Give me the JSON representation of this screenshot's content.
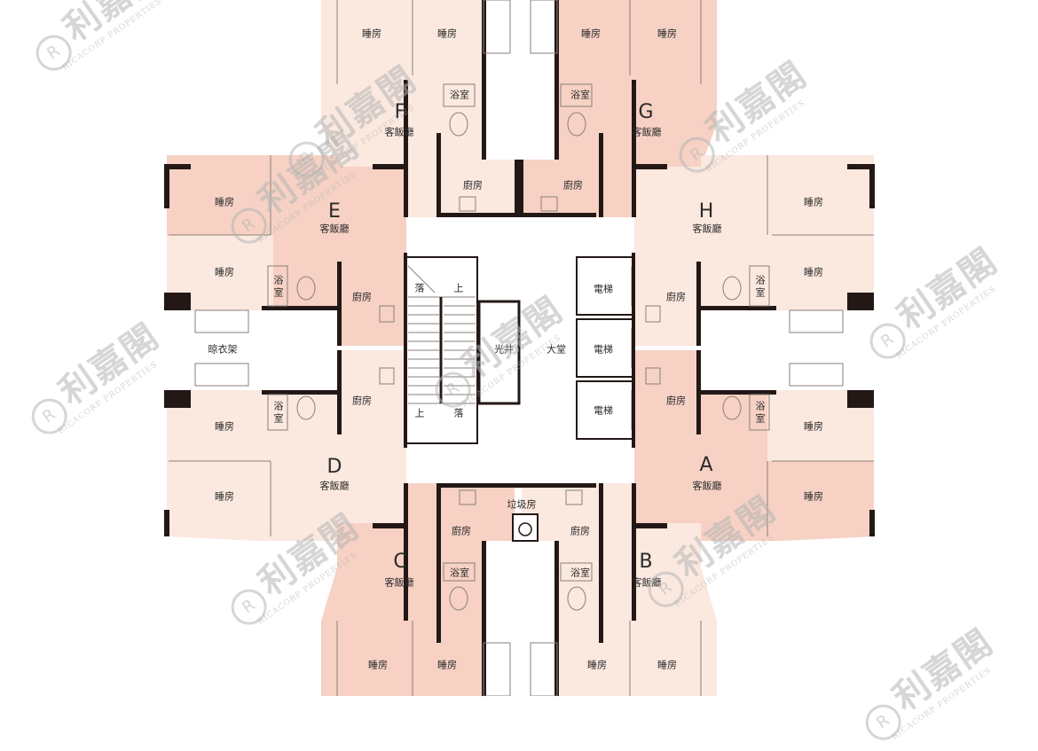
{
  "units": [
    {
      "id": "A",
      "letter": "A",
      "living": "客飯廳"
    },
    {
      "id": "B",
      "letter": "B",
      "living": "客飯廳"
    },
    {
      "id": "C",
      "letter": "C",
      "living": "客飯廳"
    },
    {
      "id": "D",
      "letter": "D",
      "living": "客飯廳"
    },
    {
      "id": "E",
      "letter": "E",
      "living": "客飯廳"
    },
    {
      "id": "F",
      "letter": "F",
      "living": "客飯廳"
    },
    {
      "id": "G",
      "letter": "G",
      "living": "客飯廳"
    },
    {
      "id": "H",
      "letter": "H",
      "living": "客飯廳"
    }
  ],
  "rooms": {
    "bedroom": "睡房",
    "bathroom": "浴室",
    "bathroom_top": "浴",
    "bathroom_bottom": "室",
    "kitchen": "廚房"
  },
  "core": {
    "lift": "電梯",
    "lobby": "大堂",
    "lightwell": "光井",
    "up": "上",
    "down": "落",
    "refuse_room": "垃圾房",
    "drying_rack": "晾衣架"
  },
  "watermark": {
    "cn": "利嘉閣",
    "en": "RICACORP PROPERTIES",
    "logo": "R"
  },
  "colors": {
    "unit_light": "#fbe8df",
    "unit_dark": "#f6d1c4",
    "wall": "#231815",
    "line": "#8a7f7a"
  }
}
